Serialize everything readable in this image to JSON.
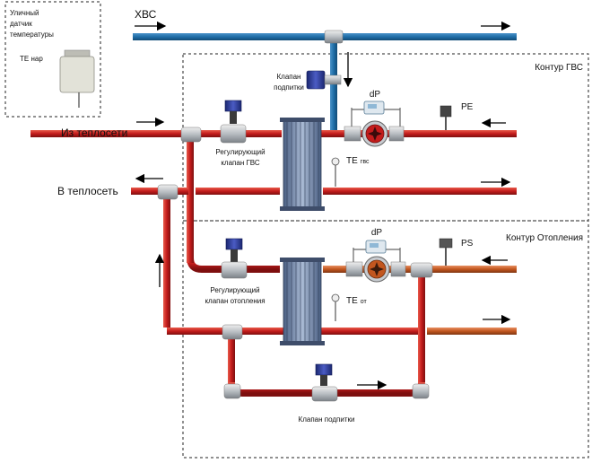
{
  "outdoor_sensor": {
    "title_line1": "Уличный",
    "title_line2": "датчик",
    "title_line3": "температуры",
    "tag": "TE нар"
  },
  "cold_water": {
    "label": "ХВС"
  },
  "supply_in": {
    "label": "Из теплосети"
  },
  "return_out": {
    "label": "В теплосеть"
  },
  "dhw_circuit": {
    "title": "Контур ГВС",
    "makeup_valve_line1": "Клапан",
    "makeup_valve_line2": "подпитки",
    "control_valve_line1": "Регулирующий",
    "control_valve_line2": "клапан ГВС",
    "dp_label": "dP",
    "pe_label": "PE",
    "te_label": "TE",
    "te_sub": "гвс"
  },
  "heating_circuit": {
    "title": "Контур Отопления",
    "control_valve_line1": "Регулирующий",
    "control_valve_line2": "клапан отопления",
    "dp_label": "dP",
    "ps_label": "PS",
    "te_label": "TE",
    "te_sub": "от",
    "makeup_valve_label": "Клапан подпитки"
  },
  "colors": {
    "cold_pipe": "#1f6fa8",
    "hot_pipe": "#c41c1c",
    "heating_pipe": "#c2561f",
    "valve_body": "#2b3a8f",
    "hex_plate": "#7f96b8"
  }
}
